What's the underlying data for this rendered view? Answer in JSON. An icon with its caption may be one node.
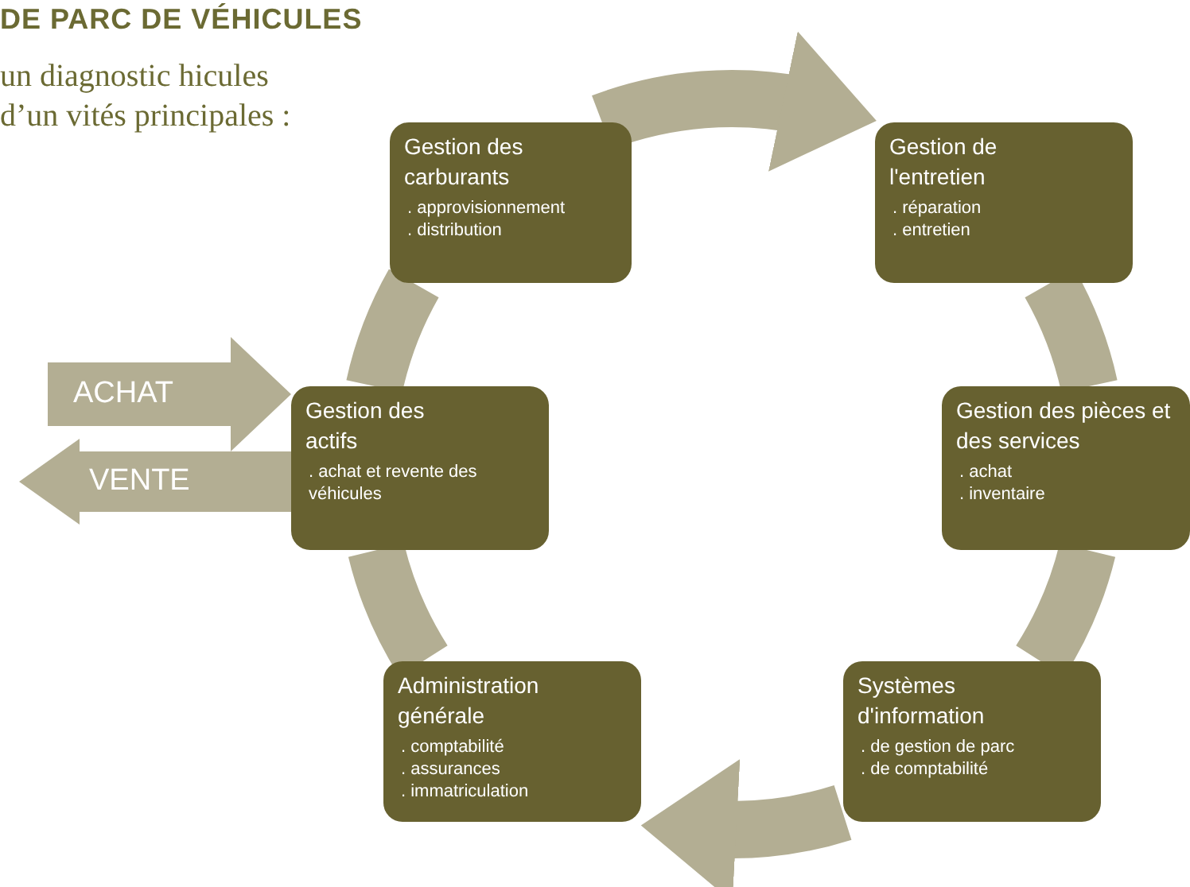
{
  "diagram": {
    "title": "DE PARC DE VÉHICULES",
    "nodes": [
      {
        "text": [
          "Gestion des carburants",
          ". approvisionnement",
          ". distribution"
        ]
      },
      {
        "text": [
          "Gestion de l'entretien",
          ". réparation",
          ". entretien"
        ]
      },
      {
        "text": [
          "Gestion des pièces et des services",
          ". achat",
          ". inventaire"
        ]
      },
      {
        "text": [
          "Gestion des actifs",
          ". achat et revente des véhicules"
        ]
      },
      {
        "text": [
          "Administration générale",
          ". comptabilité",
          ". assurances",
          ". immatriculation"
        ]
      },
      {
        "text": [
          "Systèmes d'information",
          ". de gestion de parc",
          ". de comptabilité"
        ]
      }
    ],
    "edges": [
      {
        "from": 0,
        "to": 1,
        "arrow": "to"
      },
      {
        "from": 1,
        "to": 2,
        "arrow": "none"
      },
      {
        "from": 2,
        "to": 5,
        "arrow": "none"
      },
      {
        "from": 5,
        "to": 4,
        "arrow": "to"
      },
      {
        "from": 4,
        "to": 3,
        "arrow": "none"
      },
      {
        "from": 3,
        "to": 0,
        "arrow": "none"
      },
      {
        "from": null,
        "to": 3,
        "arrow": "to",
        "label": "ACHAT"
      },
      {
        "from": 3,
        "to": null,
        "arrow": "to",
        "label": "VENTE"
      }
    ],
    "labels": [
      "un diagnostic hicules d’un vités principales :"
    ]
  }
}
